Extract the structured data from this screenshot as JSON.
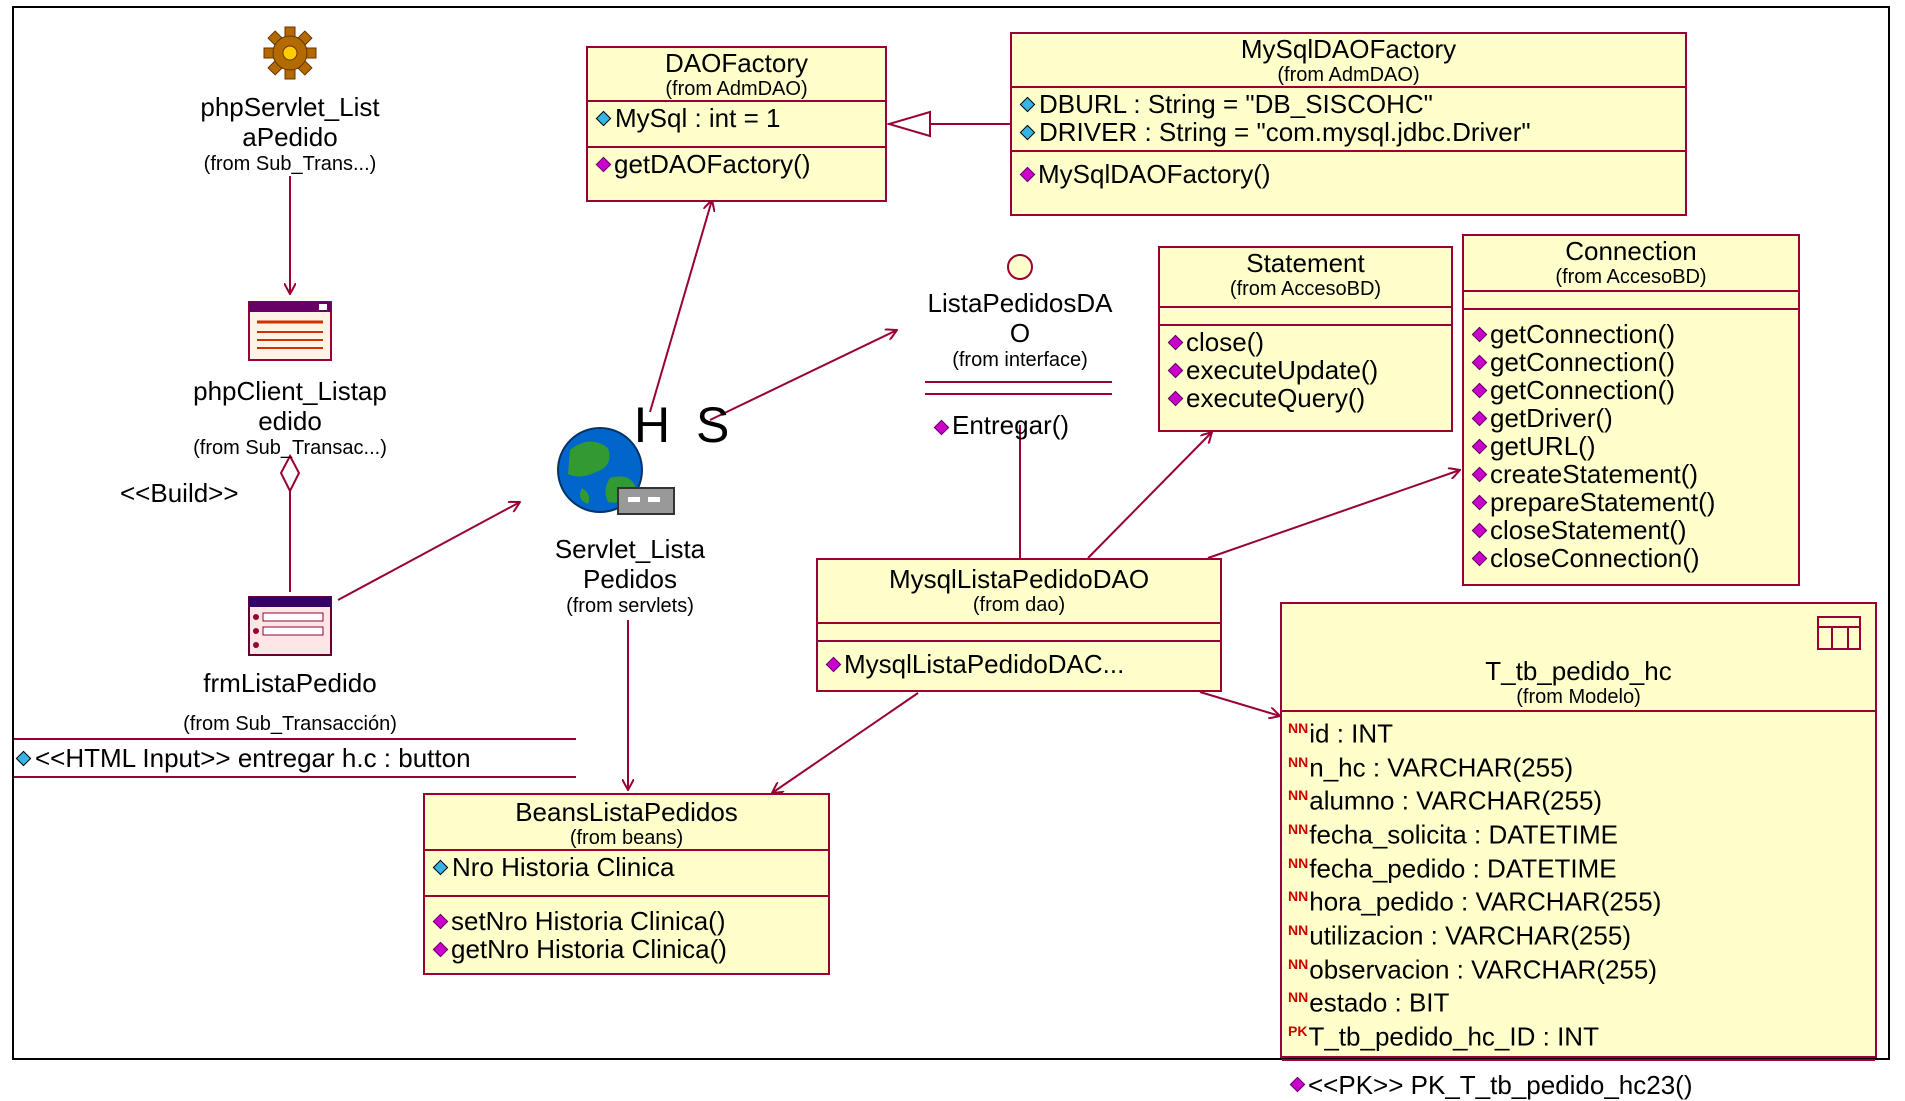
{
  "diagram": {
    "classes": {
      "daofactory": {
        "name": "DAOFactory",
        "from": "(from AdmDAO)",
        "attributes": [
          "MySql : int = 1"
        ],
        "operations": [
          "getDAOFactory()"
        ]
      },
      "mysqldaofactory": {
        "name": "MySqlDAOFactory",
        "from": "(from AdmDAO)",
        "attributes": [
          "DBURL : String = \"DB_SISCOHC\"",
          "DRIVER : String = \"com.mysql.jdbc.Driver\""
        ],
        "operations": [
          "MySqlDAOFactory()"
        ]
      },
      "statement": {
        "name": "Statement",
        "from": "(from AccesoBD)",
        "operations": [
          "close()",
          "executeUpdate()",
          "executeQuery()"
        ]
      },
      "connection": {
        "name": "Connection",
        "from": "(from AccesoBD)",
        "operations": [
          "getConnection()",
          "getConnection()",
          "getConnection()",
          "getDriver()",
          "getURL()",
          "createStatement()",
          "prepareStatement()",
          "closeStatement()",
          "closeConnection()"
        ]
      },
      "mysqllista": {
        "name": "MysqlListaPedidoDAO",
        "from": "(from    dao)",
        "operations": [
          "MysqlListaPedidoDAC..."
        ]
      },
      "beans": {
        "name": "BeansListaPedidos",
        "from": "(from    beans)",
        "attributes": [
          "Nro Historia Clinica"
        ],
        "operations": [
          "setNro Historia Clinica()",
          "getNro Historia Clinica()"
        ]
      },
      "table": {
        "name": "T_tb_pedido_hc",
        "from": "(from Modelo)",
        "columns": [
          {
            "tag": "NN",
            "text": "id : INT"
          },
          {
            "tag": "NN",
            "text": "n_hc : VARCHAR(255)"
          },
          {
            "tag": "NN",
            "text": "alumno : VARCHAR(255)"
          },
          {
            "tag": "NN",
            "text": "fecha_solicita : DATETIME"
          },
          {
            "tag": "NN",
            "text": "fecha_pedido : DATETIME"
          },
          {
            "tag": "NN",
            "text": "hora_pedido : VARCHAR(255)"
          },
          {
            "tag": "NN",
            "text": "utilizacion : VARCHAR(255)"
          },
          {
            "tag": "NN",
            "text": "observacion : VARCHAR(255)"
          },
          {
            "tag": "NN",
            "text": "estado : BIT"
          },
          {
            "tag": "PK",
            "text": "T_tb_pedido_hc_ID : INT"
          }
        ],
        "operations": [
          "<<PK>> PK_T_tb_pedido_hc23()"
        ]
      }
    },
    "interface": {
      "name_line1": "ListaPedidosDA",
      "name_line2": "O",
      "from": "(from    interface)",
      "operation": "Entregar()"
    },
    "php_servlet": {
      "name_line1": "phpServlet_List",
      "name_line2": "aPedido",
      "from": "(from Sub_Trans...)"
    },
    "php_client": {
      "name_line1": "phpClient_Listap",
      "name_line2": "edido",
      "from": "(from Sub_Transac...)"
    },
    "form": {
      "name": "frmListaPedido",
      "from": "(from Sub_Transacción)",
      "attribute": "<<HTML Input>> entregar h.c : button"
    },
    "servlet": {
      "name_line1": "Servlet_Lista",
      "name_line2": "Pedidos",
      "from": "(from    servlets)",
      "stereotype": "H S"
    },
    "build_label": "<<Build>>"
  }
}
